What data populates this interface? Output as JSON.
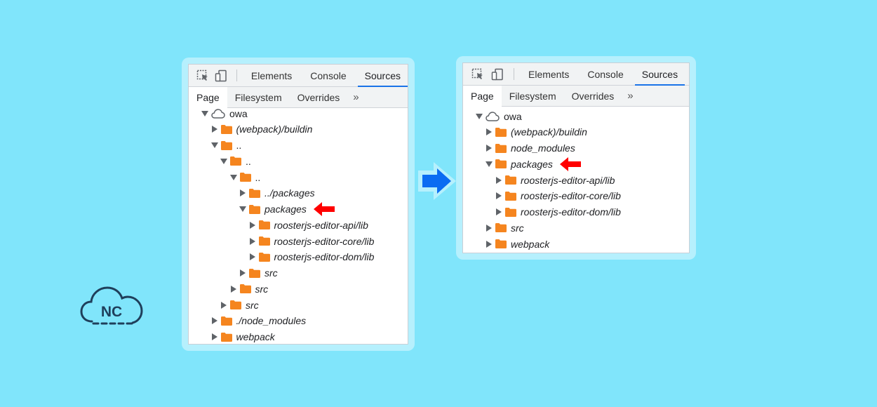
{
  "tabs": [
    "Elements",
    "Console",
    "Sources"
  ],
  "subtabs": [
    "Page",
    "Filesystem",
    "Overrides"
  ],
  "more_label": "»",
  "before_tree": [
    {
      "label": "owa",
      "depth": 0,
      "state": "open",
      "icon": "cloud-icon",
      "italic": false
    },
    {
      "label": "(webpack)/buildin",
      "depth": 1,
      "state": "closed",
      "icon": "folder-icon",
      "italic": true
    },
    {
      "label": "..",
      "depth": 1,
      "state": "open",
      "icon": "folder-icon",
      "italic": false
    },
    {
      "label": "..",
      "depth": 2,
      "state": "open",
      "icon": "folder-icon",
      "italic": false
    },
    {
      "label": "..",
      "depth": 3,
      "state": "open",
      "icon": "folder-icon",
      "italic": false
    },
    {
      "label": "../packages",
      "depth": 4,
      "state": "closed",
      "icon": "folder-icon",
      "italic": true
    },
    {
      "label": "packages",
      "depth": 4,
      "state": "open",
      "icon": "folder-icon",
      "italic": true,
      "highlight": true
    },
    {
      "label": "roosterjs-editor-api/lib",
      "depth": 5,
      "state": "closed",
      "icon": "folder-icon",
      "italic": true
    },
    {
      "label": "roosterjs-editor-core/lib",
      "depth": 5,
      "state": "closed",
      "icon": "folder-icon",
      "italic": true
    },
    {
      "label": "roosterjs-editor-dom/lib",
      "depth": 5,
      "state": "closed",
      "icon": "folder-icon",
      "italic": true
    },
    {
      "label": "src",
      "depth": 4,
      "state": "closed",
      "icon": "folder-icon",
      "italic": true
    },
    {
      "label": "src",
      "depth": 3,
      "state": "closed",
      "icon": "folder-icon",
      "italic": true
    },
    {
      "label": "src",
      "depth": 2,
      "state": "closed",
      "icon": "folder-icon",
      "italic": true
    },
    {
      "label": "./node_modules",
      "depth": 1,
      "state": "closed",
      "icon": "folder-icon",
      "italic": true
    },
    {
      "label": "webpack",
      "depth": 1,
      "state": "closed",
      "icon": "folder-icon",
      "italic": true
    }
  ],
  "after_tree": [
    {
      "label": "owa",
      "depth": 0,
      "state": "open",
      "icon": "cloud-icon",
      "italic": false
    },
    {
      "label": "(webpack)/buildin",
      "depth": 1,
      "state": "closed",
      "icon": "folder-icon",
      "italic": true
    },
    {
      "label": "node_modules",
      "depth": 1,
      "state": "closed",
      "icon": "folder-icon",
      "italic": true
    },
    {
      "label": "packages",
      "depth": 1,
      "state": "open",
      "icon": "folder-icon",
      "italic": true,
      "highlight": true
    },
    {
      "label": "roosterjs-editor-api/lib",
      "depth": 2,
      "state": "closed",
      "icon": "folder-icon",
      "italic": true
    },
    {
      "label": "roosterjs-editor-core/lib",
      "depth": 2,
      "state": "closed",
      "icon": "folder-icon",
      "italic": true
    },
    {
      "label": "roosterjs-editor-dom/lib",
      "depth": 2,
      "state": "closed",
      "icon": "folder-icon",
      "italic": true
    },
    {
      "label": "src",
      "depth": 1,
      "state": "closed",
      "icon": "folder-icon",
      "italic": true
    },
    {
      "label": "webpack",
      "depth": 1,
      "state": "closed",
      "icon": "folder-icon",
      "italic": true
    }
  ],
  "logo_text": "NC",
  "colors": {
    "background": "#80e5fb",
    "frame": "#b6f0fd",
    "folder": "#f5851f",
    "accent": "#1a73e8",
    "highlight_arrow": "#ff0000",
    "transition_arrow": "#0a6cf2",
    "logo": "#1f3f5b"
  }
}
